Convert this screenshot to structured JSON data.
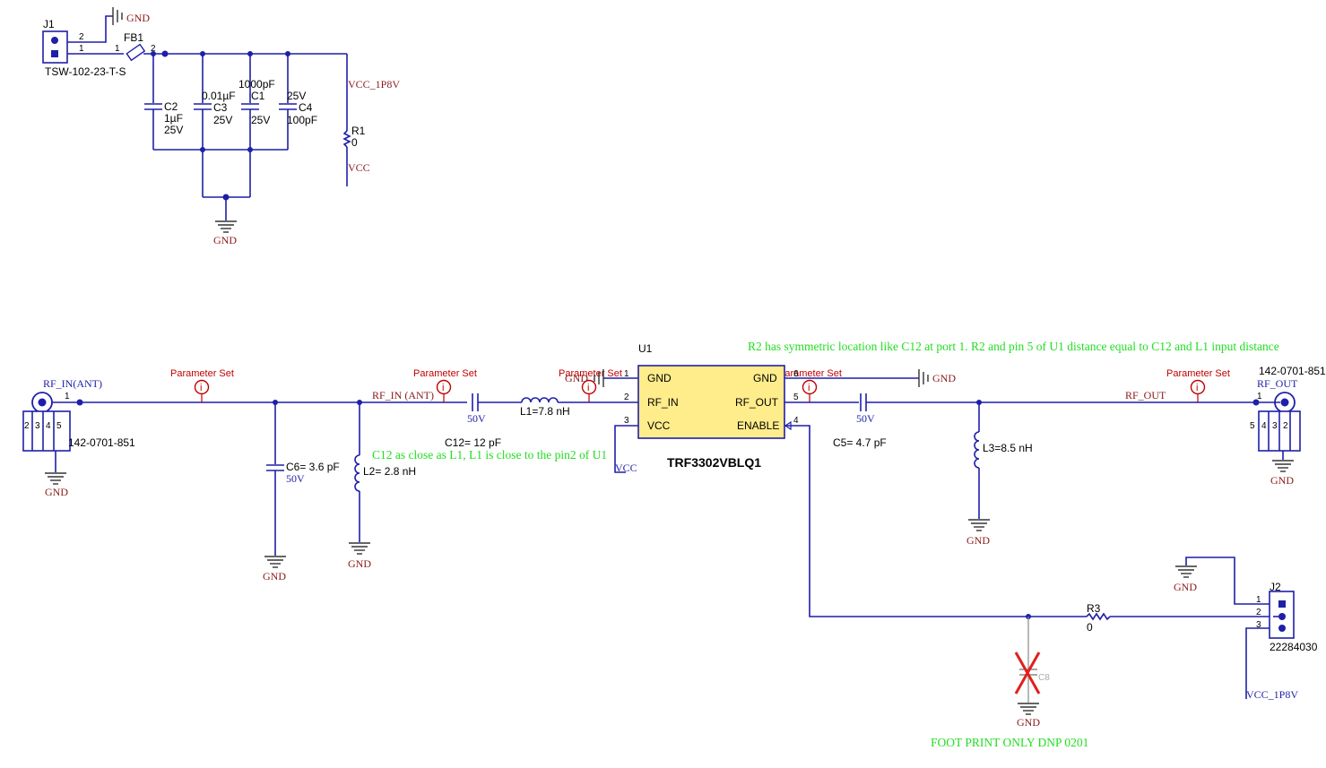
{
  "connectors": {
    "j1": {
      "ref": "J1",
      "part": "TSW-102-23-T-S",
      "pin1": "1",
      "pin2": "2"
    },
    "j2": {
      "ref": "J2",
      "part": "22284030",
      "pin1": "1",
      "pin2": "2",
      "pin3": "3"
    },
    "rf_in": {
      "net": "RF_IN(ANT)",
      "part": "142-0701-851",
      "pin": "1",
      "ground_pins": [
        "2",
        "3",
        "4",
        "5"
      ]
    },
    "rf_out": {
      "net": "RF_OUT",
      "part": "142-0701-851",
      "pin": "1",
      "ground_pins": [
        "5",
        "4",
        "3",
        "2"
      ]
    }
  },
  "power": {
    "fb1": {
      "ref": "FB1",
      "pin1": "1",
      "pin2": "2"
    },
    "c2": {
      "ref": "C2",
      "value": "1µF",
      "voltage": "25V"
    },
    "c3": {
      "ref": "C3",
      "value": "0.01µF",
      "voltage": "25V"
    },
    "c1": {
      "ref": "C1",
      "value": "1000pF",
      "voltage": "25V"
    },
    "c4": {
      "ref": "C4",
      "value": "100pF",
      "voltage": "25V"
    },
    "r1": {
      "ref": "R1",
      "value": "0"
    },
    "net_vcc_1p8v": "VCC_1P8V",
    "net_vcc": "VCC"
  },
  "gnd_label": "GND",
  "parameter_set": "Parameter Set",
  "rf_chain": {
    "net_rf_in": "RF_IN (ANT)",
    "net_rf_out": "RF_OUT",
    "c6": {
      "ref": "C6",
      "value": "C6= 3.6 pF",
      "voltage": "50V"
    },
    "l2": {
      "ref": "L2",
      "value": "L2= 2.8 nH"
    },
    "c12": {
      "ref": "C12",
      "value": "C12= 12 pF",
      "voltage": "50V"
    },
    "l1": {
      "ref": "L1",
      "value": "L1=7.8 nH"
    },
    "c5": {
      "ref": "C5",
      "value": "C5= 4.7 pF",
      "voltage": "50V"
    },
    "l3": {
      "ref": "L3",
      "value": "L3=8.5 nH"
    },
    "r3": {
      "ref": "R3",
      "value": "0"
    },
    "c8": {
      "ref": "C8"
    }
  },
  "ic": {
    "ref": "U1",
    "part": "TRF3302VBLQ1",
    "pins": {
      "gnd_left": "GND",
      "rf_in": "RF_IN",
      "vcc": "VCC",
      "gnd_right": "GND",
      "rf_out": "RF_OUT",
      "enable": "ENABLE",
      "n1": "1",
      "n2": "2",
      "n3": "3",
      "n4": "4",
      "n5": "5",
      "n6": "6"
    }
  },
  "net_vcc_ic": "VCC",
  "net_vcc_1p8v_j2": "VCC_1P8V",
  "notes": {
    "r2_note": "R2 has symmetric location like C12 at port 1. R2 and pin 5 of U1 distance equal to C12 and L1 input distance",
    "c12_note": "C12 as close as L1, L1 is close to the pin2 of U1",
    "footprint_note": "FOOT PRINT ONLY DNP 0201"
  },
  "colors": {
    "wire": "#1f1fa8",
    "net_label": "#8b1a1a",
    "note": "#22dd22",
    "ic_fill": "#ffec8b",
    "marker": "#c00000"
  }
}
